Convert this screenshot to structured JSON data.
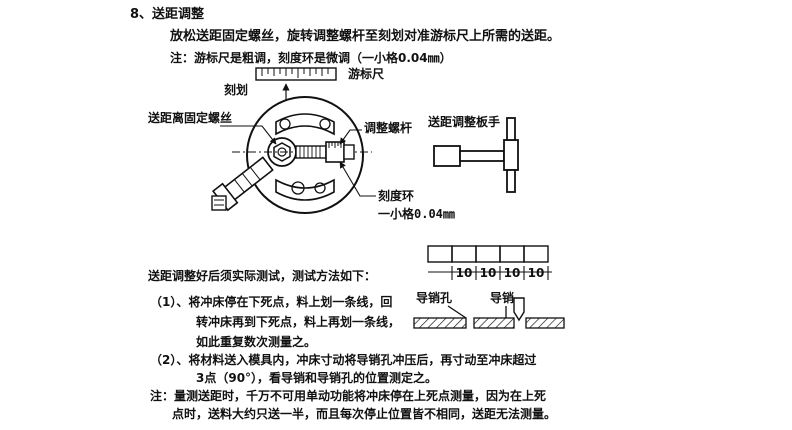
{
  "section": {
    "title": "8、送距调整"
  },
  "intro": {
    "line1": "放松送距固定螺丝，旋转调整螺杆至刻划对准游标尺上所需的送距。",
    "note": "注：游标尺是粗调，刻度环是微调（一小格0.04㎜）"
  },
  "figure1": {
    "vernier_label": "游标尺",
    "scribe_label": "刻划",
    "fix_screw_label": "送距离固定螺丝",
    "adjust_screw_label": "调整螺杆",
    "wrench_label": "送距调整板手",
    "dial_label": "刻度环",
    "dial_unit_label": "一小格0.04㎜"
  },
  "test": {
    "heading": "送距调整好后须实际测试，测试方法如下：",
    "step1": {
      "line1": "（1）、将冲床停在下死点，料上划一条线，回",
      "line2": "转冲床再到下死点，料上再划一条线，",
      "line3": "如此重复数次测量之。"
    },
    "step2": {
      "line1": "（2）、将材料送入模具内，冲床寸动将导销孔冲压后，再寸动至冲床超过",
      "line2": "3点（90°），看导销和导销孔的位置测定之。"
    },
    "note": {
      "line1": "注：量测送距时，千万不可用单动功能将冲床停在上死点测量，因为在上死",
      "line2": "点时，送料大约只送一半，而且每次停止位置皆不相同，送距无法测量。"
    }
  },
  "figure2": {
    "pitch_labels": [
      "10",
      "10",
      "10",
      "10"
    ],
    "pilot_hole_label": "导销孔",
    "pilot_label": "导销"
  },
  "icons": [
    "scribe-arrow-icon",
    "leader-arrow-icon",
    "pilot-pin-icon"
  ]
}
